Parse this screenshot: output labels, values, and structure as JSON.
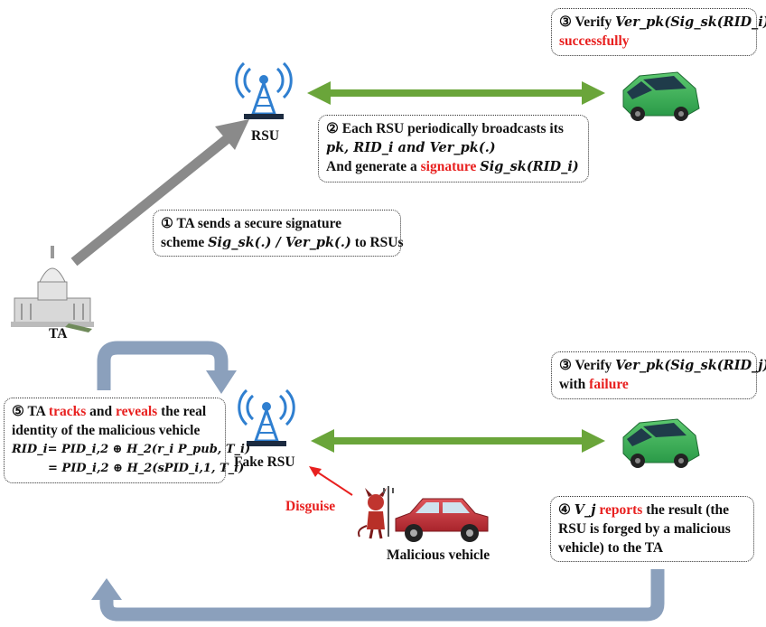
{
  "nodes": {
    "rsu_label": "RSU",
    "fake_rsu_label": "Fake RSU",
    "ta_label": "TA",
    "malicious_vehicle_label": "Malicious vehicle",
    "disguise_label": "Disguise"
  },
  "box1": {
    "line1": "① TA sends a secure signature",
    "line2_prefix": "scheme ",
    "line2_math": "Sig_sk(.) / Ver_pk(.)",
    "line2_suffix": " to RSUs"
  },
  "box2": {
    "line1": "② Each RSU periodically broadcasts its",
    "line2": "pk, RID_i and Ver_pk(.)",
    "line3_prefix": "And generate a ",
    "line3_highlight": "signature",
    "line3_math": "Sig_sk(RID_i)"
  },
  "box3_top": {
    "line1_prefix": "③ Verify ",
    "line1_math": "Ver_pk(Sig_sk(RID_i))",
    "line2_highlight": "successfully"
  },
  "box3_bottom": {
    "line1_prefix": "③ Verify ",
    "line1_math": "Ver_pk(Sig_sk(RID_j))",
    "line2_prefix": "with ",
    "line2_highlight": "failure"
  },
  "box4": {
    "line1_prefix": "④ ",
    "line1_math": "V_j",
    "line1_highlight": " reports",
    "line1_suffix": " the result (the",
    "line2": "RSU is forged by a malicious",
    "line3": "vehicle) to the TA"
  },
  "box5": {
    "line1_prefix": "⑤ TA ",
    "line1_highlight1": "tracks",
    "line1_mid": " and ",
    "line1_highlight2": "reveals",
    "line1_suffix": " the real",
    "line2": "identity of the malicious vehicle",
    "line3": "RID_i= PID_i,2 ⊕ H_2(r_i P_pub, T_i)",
    "line4": "= PID_i,2 ⊕ H_2(sPID_i,1, T_i)"
  },
  "colors": {
    "red_text": "#e8201f",
    "green_arrow": "#6aa53a",
    "gray_arrow": "#8a8a8a",
    "blue_arrow": "#8ba0bc",
    "car_green": "#3cae5a",
    "car_red": "#c8323a",
    "tower_blue": "#2f7fd0"
  }
}
